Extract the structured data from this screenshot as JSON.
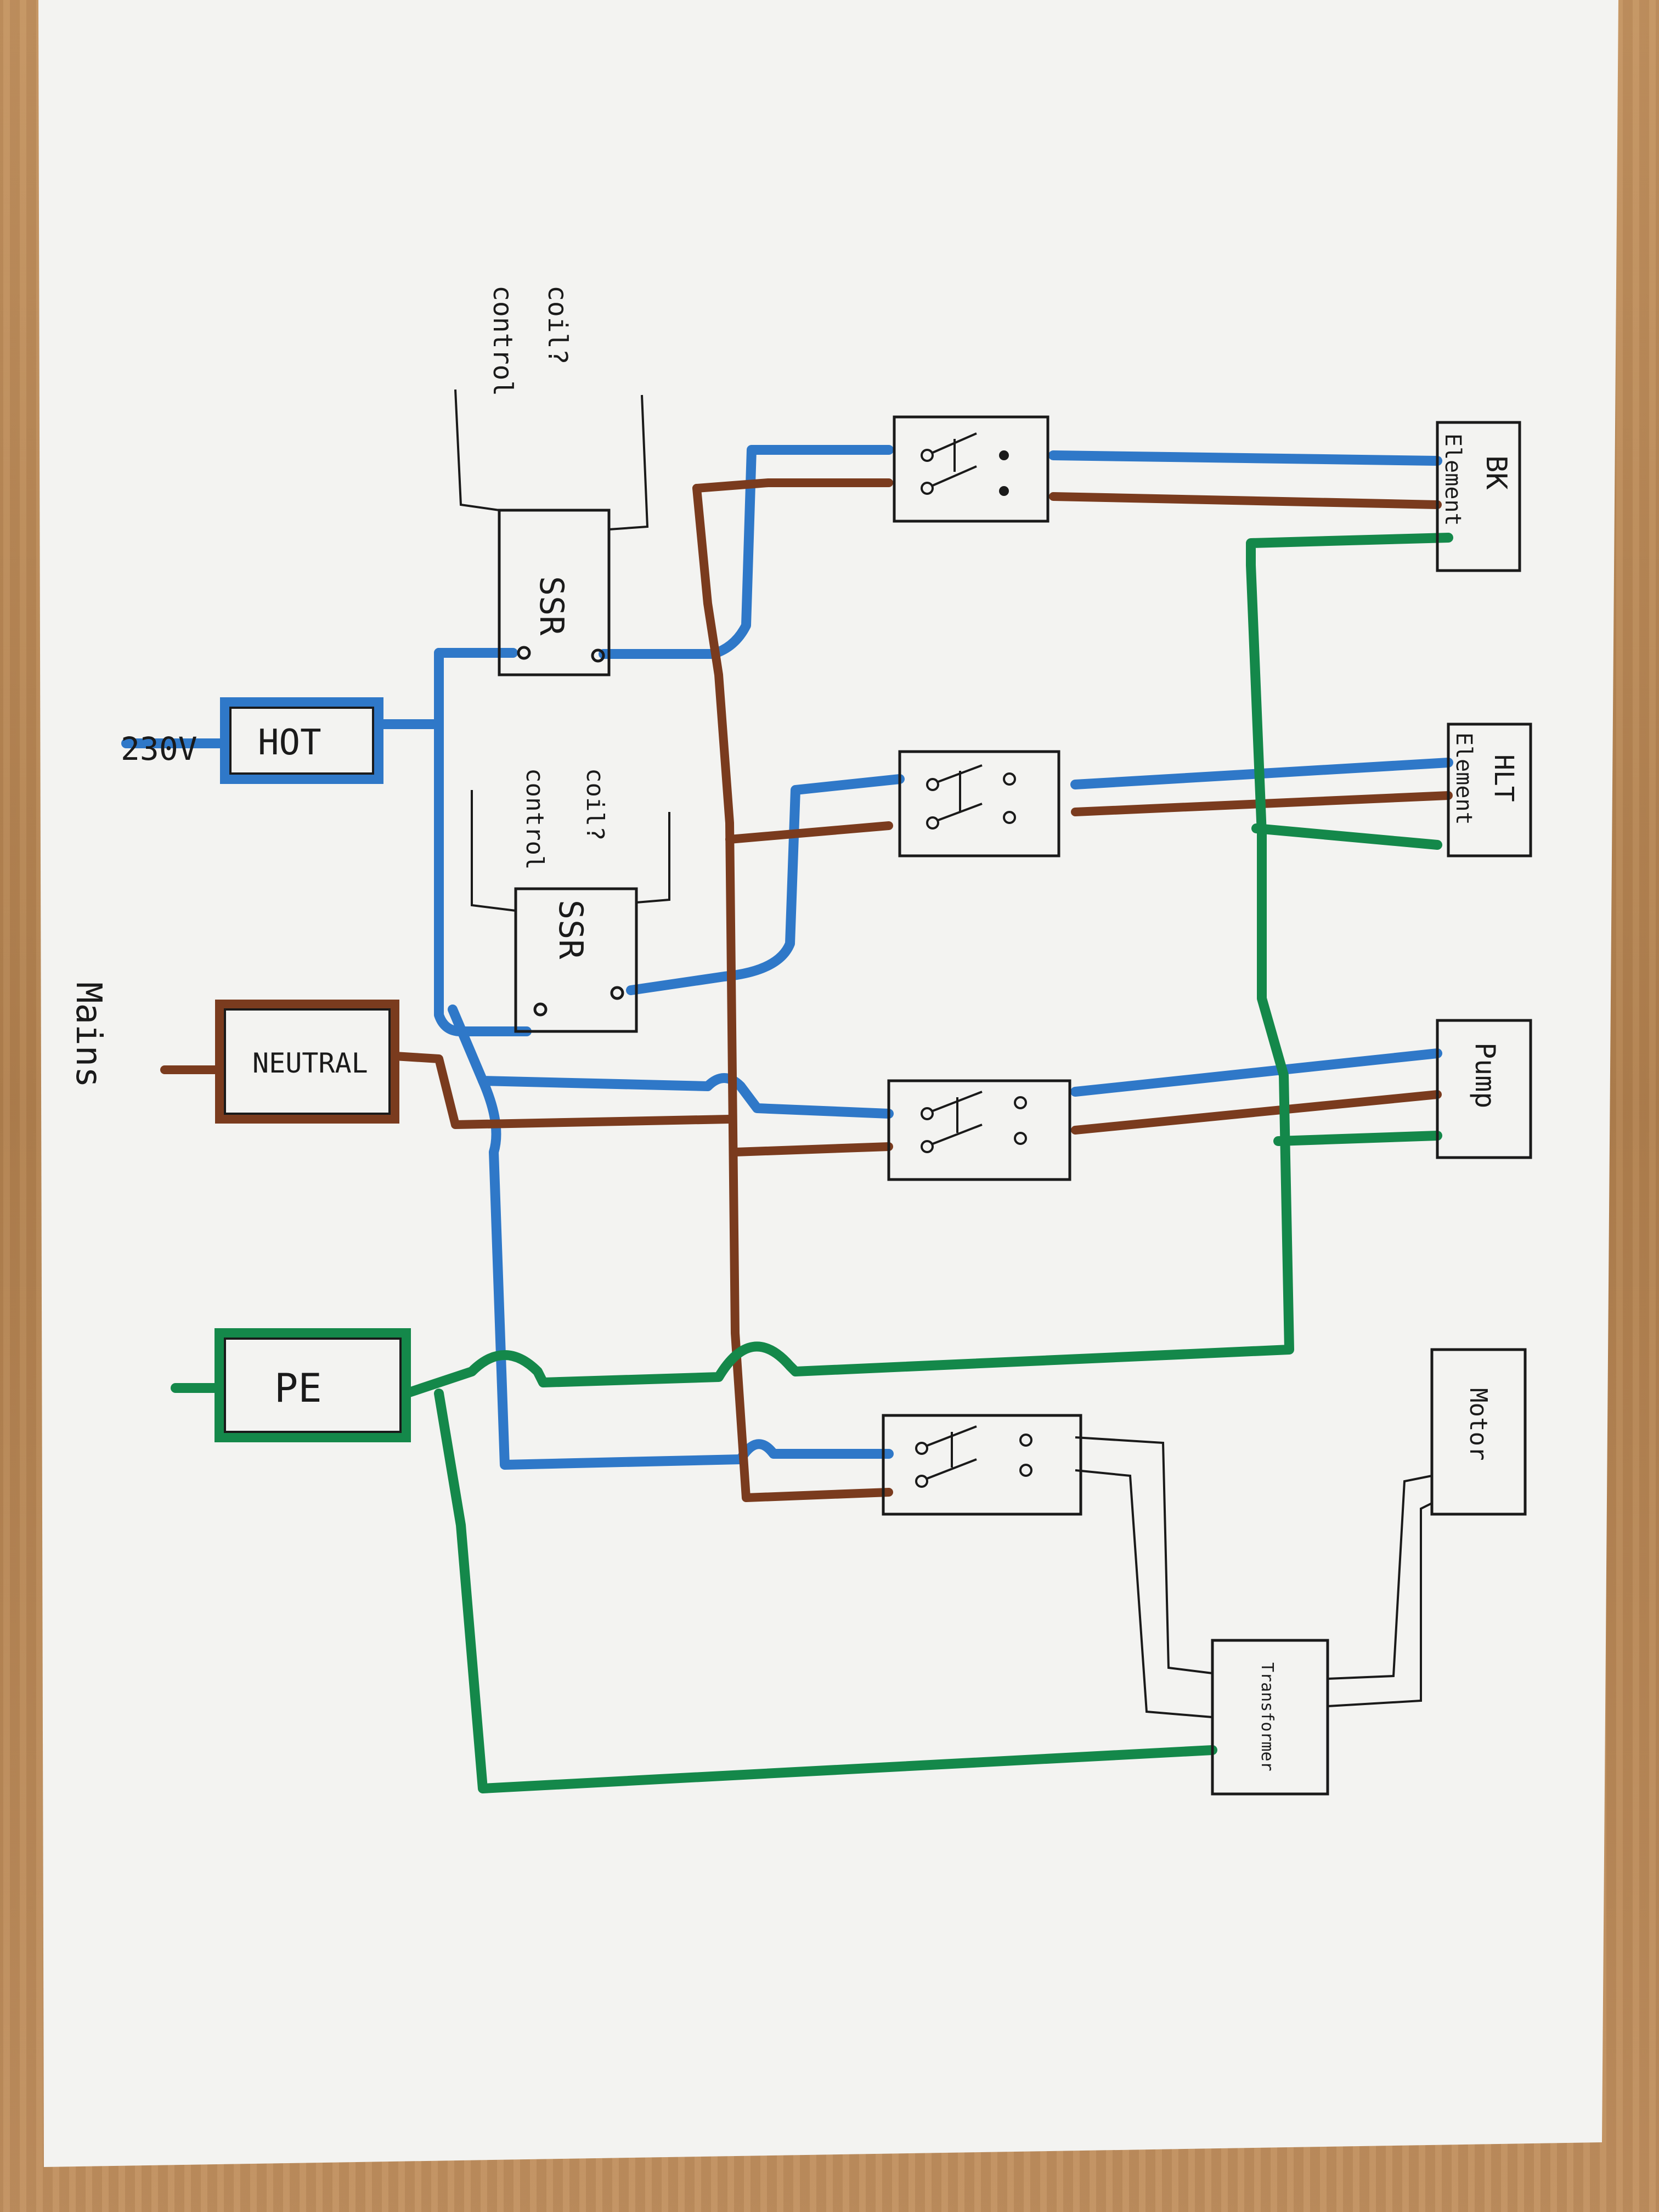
{
  "labels": {
    "mains": "Mains",
    "voltage": "230V",
    "hot": "HOT",
    "neutral": "NEUTRAL",
    "pe": "PE",
    "ssr1": "SSR",
    "ssr2": "SSR",
    "coil1_line1": "coil?",
    "coil1_line2": "control",
    "coil2_line1": "coil?",
    "coil2_line2": "control",
    "bk_line1": "BK",
    "bk_line2": "Element",
    "hlt_line1": "HLT",
    "hlt_line2": "Element",
    "pump": "Pump",
    "motor": "Motor",
    "transformer": "Transformer"
  },
  "colors": {
    "hot": "#2f78c8",
    "neutral": "#7a3b1e",
    "earth": "#14884a",
    "ink": "#1a1a1a",
    "paper": "#f3f3f1"
  }
}
